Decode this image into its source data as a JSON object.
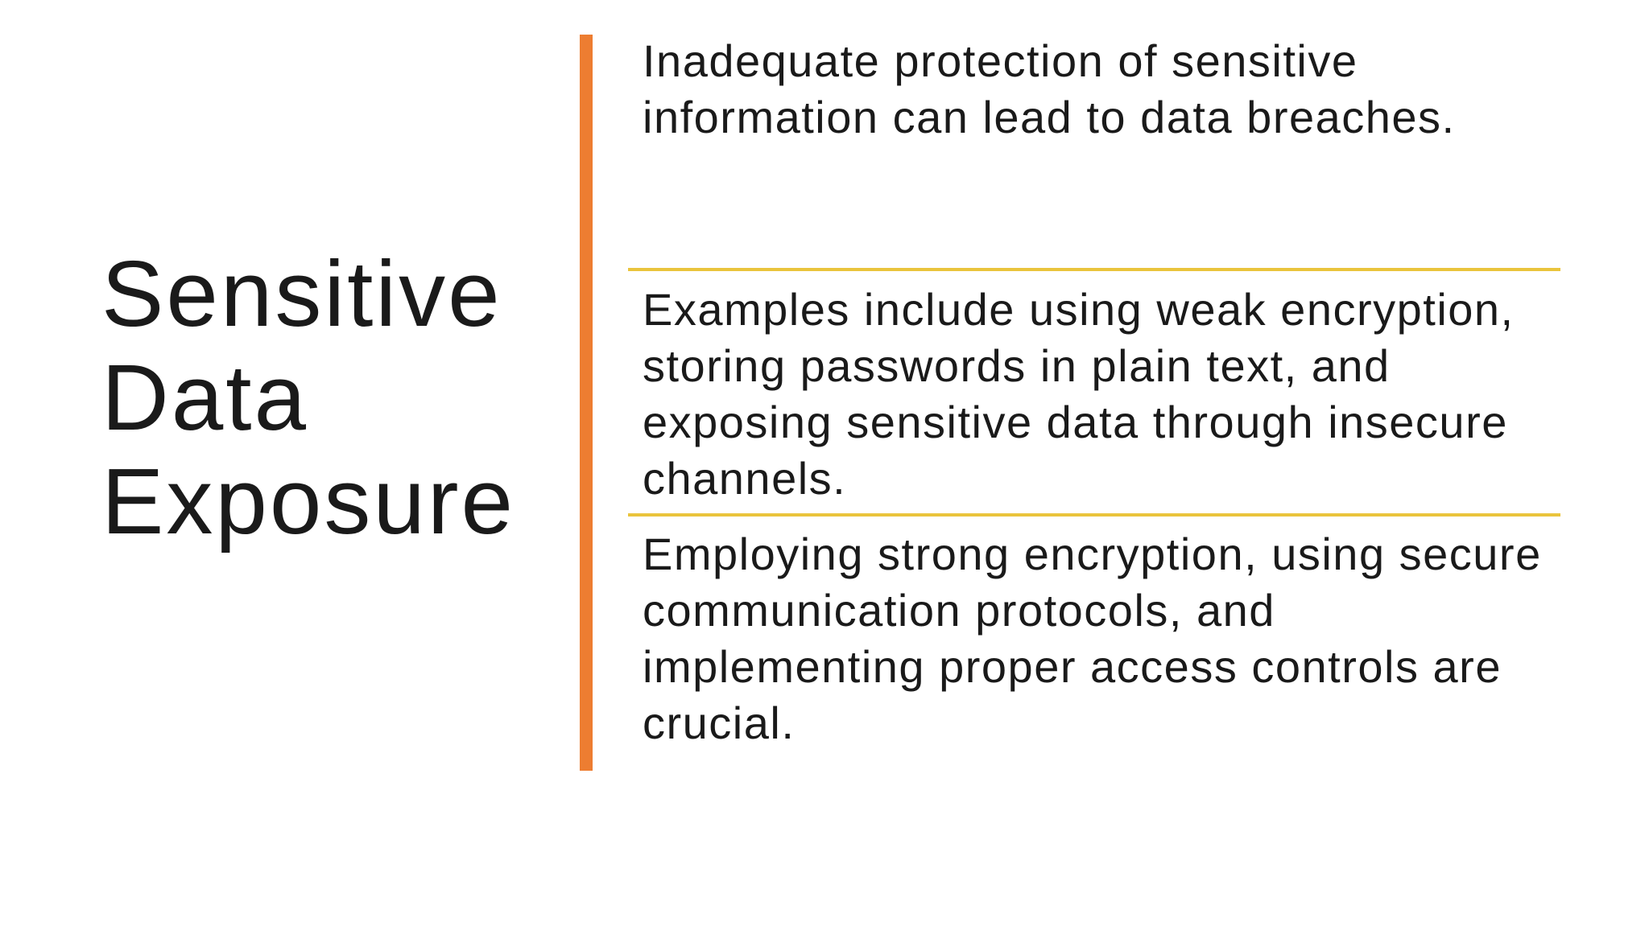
{
  "slide": {
    "title": "Sensitive\nData\nExposure",
    "content_blocks": [
      {
        "text": "Inadequate protection of sensitive\ninformation can lead to data breaches."
      },
      {
        "text": "Examples include using weak encryption,\nstoring passwords in plain text, and\nexposing sensitive data through insecure\nchannels."
      },
      {
        "text": "Employing strong encryption, using secure\ncommunication protocols, and\nimplementing proper access controls are\ncrucial."
      }
    ]
  },
  "colors": {
    "accent_orange": "#ED7D31",
    "divider_gold": "#EAC43C",
    "text": "#1A1A1A",
    "background": "#FFFFFF"
  }
}
